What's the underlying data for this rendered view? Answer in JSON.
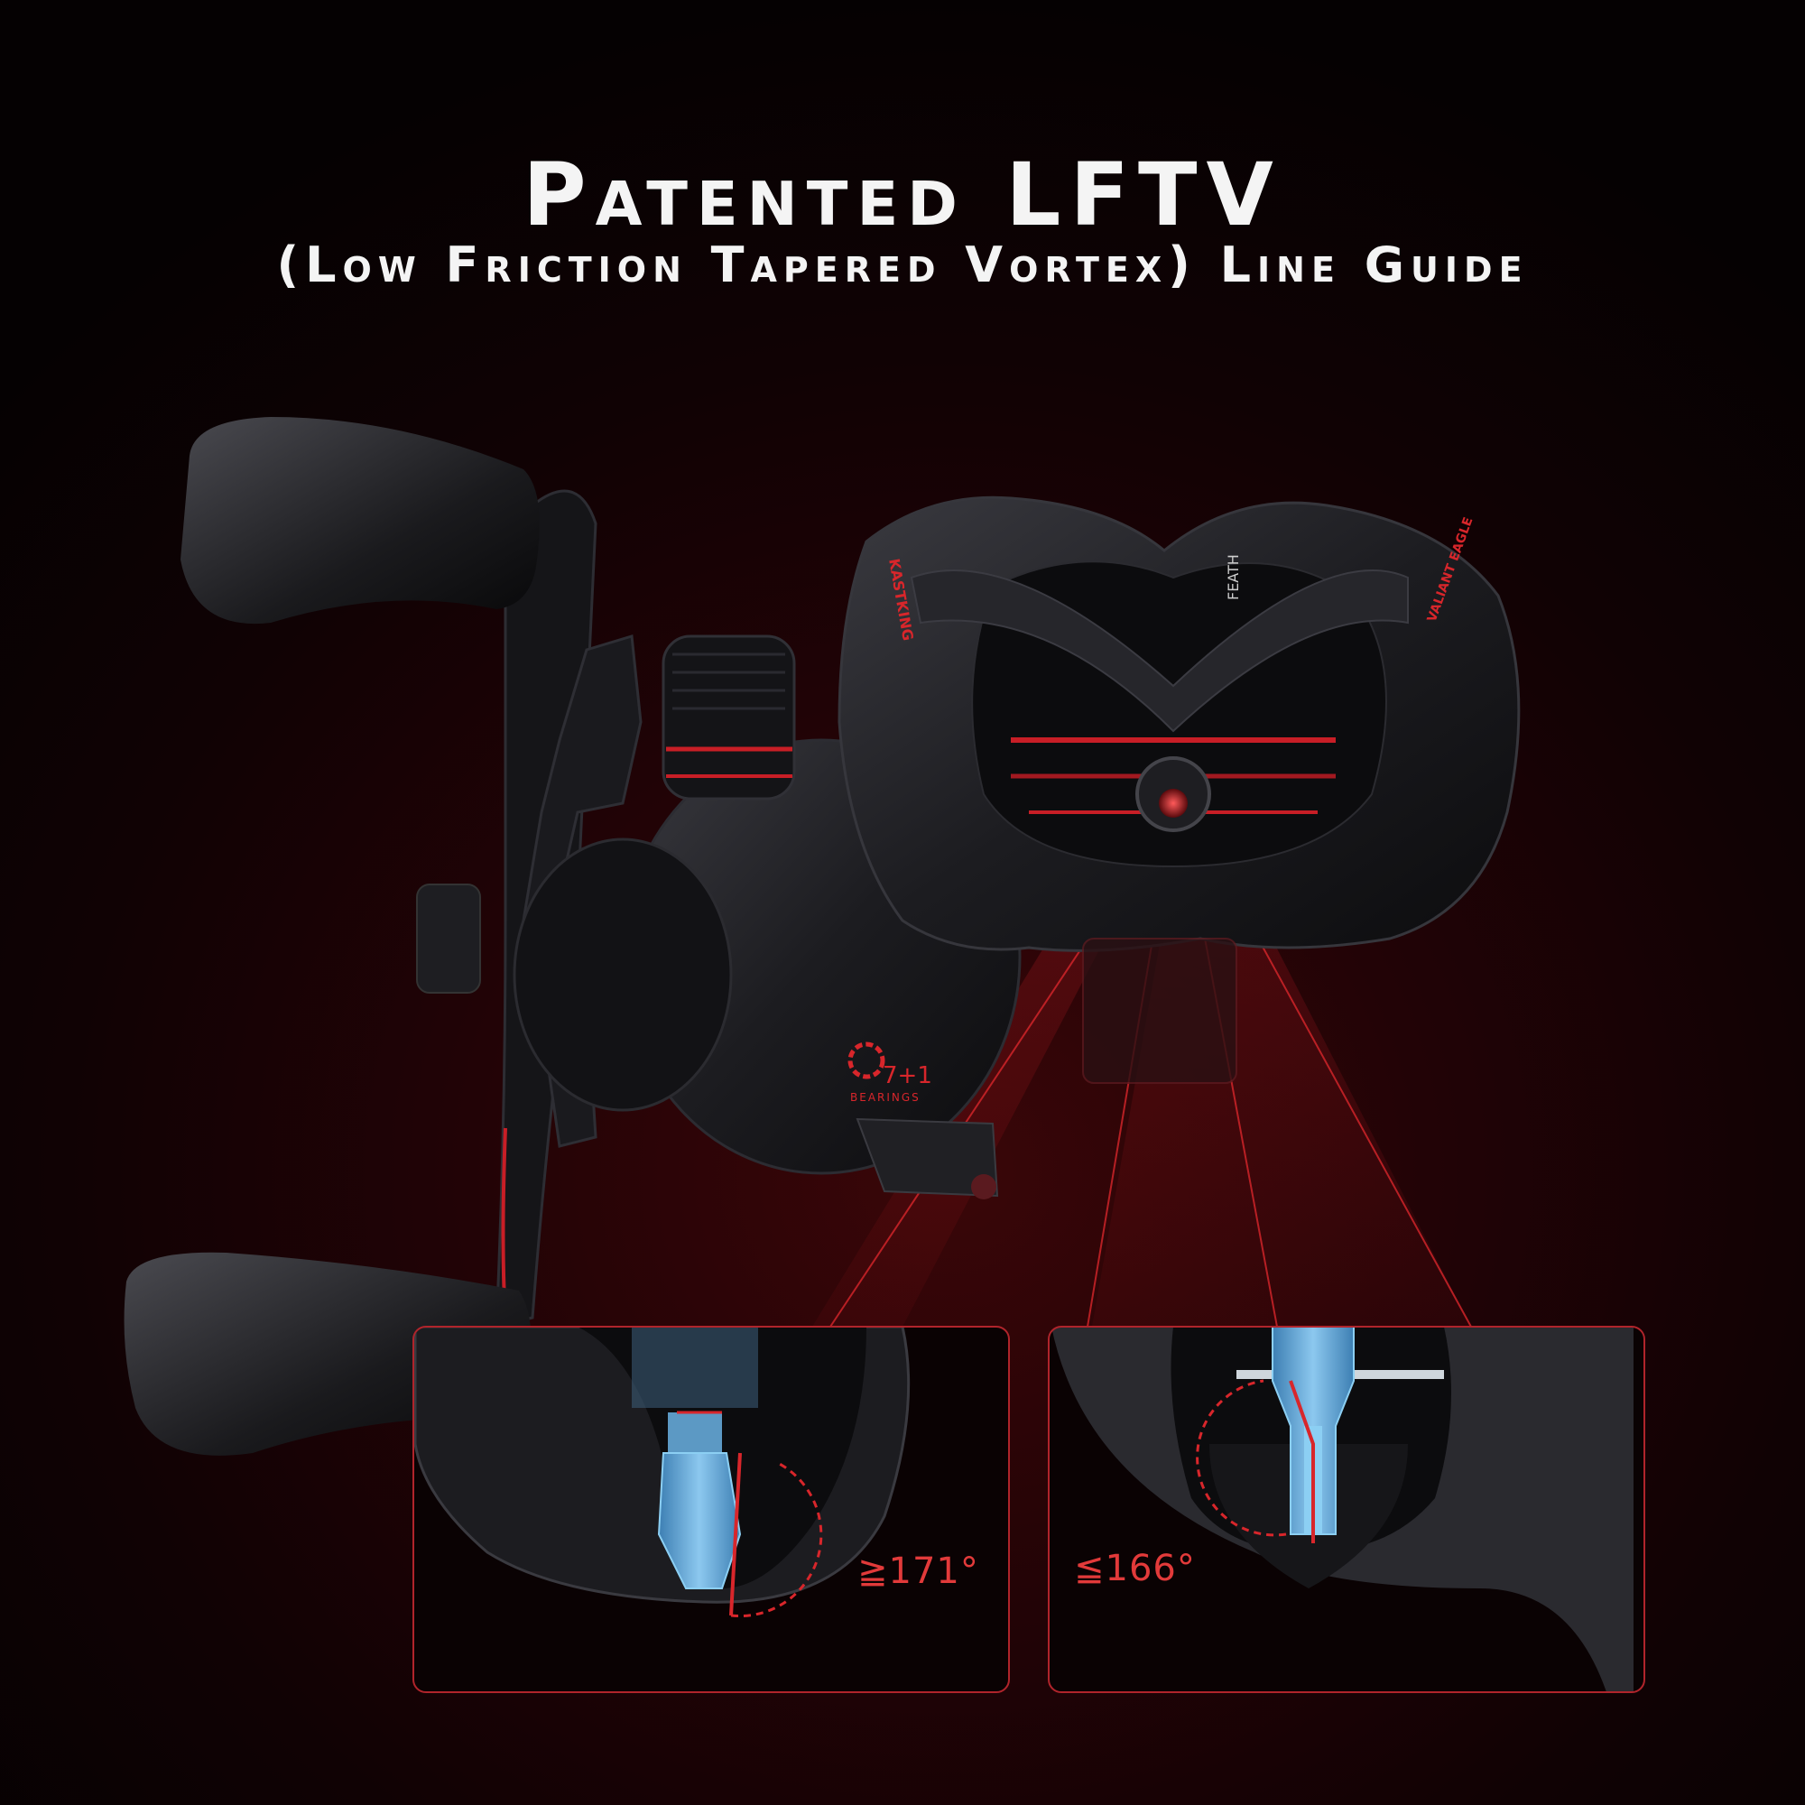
{
  "heading": {
    "title": "Patented LFTV",
    "subtitle": "(Low Friction Tapered Vortex) Line Guide"
  },
  "reel": {
    "brand_label": "KASTKING",
    "model_label": "VALIANT EAGLE",
    "frame_label": "FEATH",
    "bearings_number": "7+1",
    "bearings_label": "BEARINGS"
  },
  "insets": [
    {
      "angle_label": "≧171°"
    },
    {
      "angle_label": "≦166°"
    }
  ],
  "colors": {
    "accent_red": "#d8262b",
    "line_guide_blue": "#6ab4e6",
    "reel_body": "#1b1b1e"
  }
}
